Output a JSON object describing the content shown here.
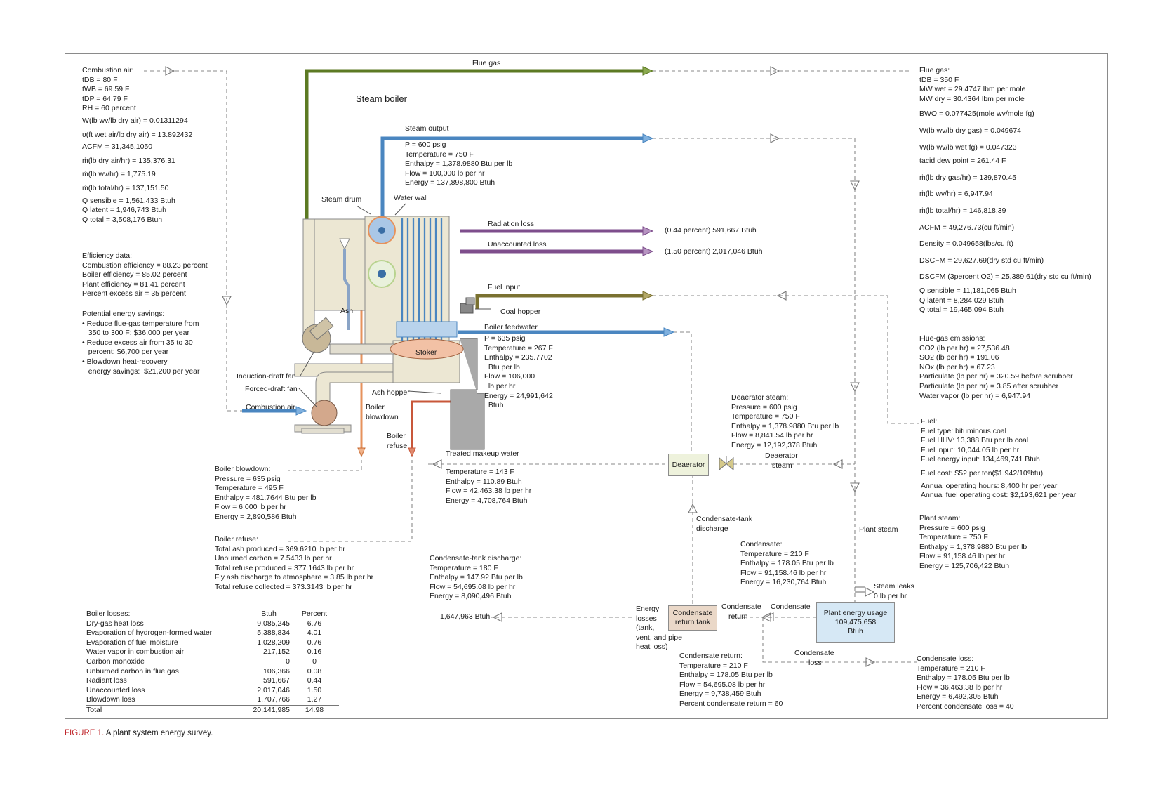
{
  "diagram_title": "Steam boiler",
  "caption": {
    "label": "FIGURE 1.",
    "text": " A plant system energy survey."
  },
  "flows": {
    "flue_gas": "Flue gas",
    "steam_output": "Steam output",
    "radiation_loss": "Radiation loss",
    "unaccounted_loss": "Unaccounted loss",
    "fuel_input": "Fuel input",
    "boiler_feedwater": "Boiler feedwater",
    "combustion_air": "Combustion air",
    "radiation_value": "(0.44 percent) 591,667 Btuh",
    "unaccounted_value": "(1.50 percent) 2,017,046 Btuh",
    "treated_makeup": "Treated makeup water",
    "deaerator_steam": [
      "Deaerator",
      "steam"
    ],
    "condensate_tank_discharge": [
      "Condensate-tank",
      "discharge"
    ],
    "plant_steam": "Plant steam",
    "steam_leaks": [
      "Steam leaks",
      "0 lb per hr"
    ],
    "condensate_return": [
      "Condensate",
      "return"
    ],
    "condensate": "Condensate",
    "condensate_loss": [
      "Condensate",
      "loss"
    ],
    "energy_losses": [
      "Energy",
      "losses",
      "(tank,",
      "vent, and pipe",
      "heat loss)"
    ],
    "energy_loss_value": "1,647,963 Btuh"
  },
  "components": {
    "steam_drum": "Steam drum",
    "water_wall": "Water wall",
    "ash": "Ash",
    "coal_hopper": "Coal hopper",
    "stoker": "Stoker",
    "induction_fan": "Induction-draft fan",
    "forced_fan": "Forced-draft fan",
    "ash_hopper": "Ash hopper",
    "boiler_blowdown": [
      "Boiler",
      "blowdown"
    ],
    "boiler_refuse": [
      "Boiler",
      "refuse"
    ],
    "deaerator": "Deaerator",
    "condensate_tank": [
      "Condensate",
      "return tank"
    ],
    "plant_energy": [
      "Plant energy usage",
      "109,475,658",
      "Btuh"
    ]
  },
  "combustion_air": [
    "Combustion air:",
    "tDB = 80 F",
    "tWB = 69.59 F",
    "tDP = 64.79 F",
    "RH = 60 percent",
    "W(lb wv/lb dry air) = 0.01311294",
    "ʋ(ft wet air/lb dry air) = 13.892432",
    "ACFM = 31,345.1050",
    "ṁ(lb dry air/hr) = 135,376.31",
    "ṁ(lb wv/hr) = 1,775.19",
    "ṁ(lb total/hr) = 137,151.50",
    "Q sensible = 1,561,433 Btuh",
    "Q latent = 1,946,743 Btuh",
    "Q total = 3,508,176 Btuh"
  ],
  "efficiency": [
    "Efficiency data:",
    "Combustion efficiency = 88.23 percent",
    "Boiler efficiency = 85.02 percent",
    "Plant efficiency = 81.41 percent",
    "Percent excess air = 35 percent"
  ],
  "savings": [
    "Potential energy savings:",
    "• Reduce flue-gas temperature from",
    "   350 to 300 F: $36,000 per year",
    "• Reduce excess air from 35 to 30",
    "   percent: $6,700 per year",
    "• Blowdown heat-recovery",
    "   energy savings:  $21,200 per year"
  ],
  "steam_output_data": [
    "P = 600 psig",
    "Temperature = 750 F",
    "Enthalpy = 1,378.9880 Btu per lb",
    "Flow = 100,000 lb per hr",
    "Energy = 137,898,800 Btuh"
  ],
  "feedwater_data": [
    "P = 635 psig",
    "Temperature = 267 F",
    "Enthalpy = 235.7702",
    "  Btu per lb",
    "Flow = 106,000",
    "  lb per hr",
    "Energy = 24,991,642",
    "  Btuh"
  ],
  "flue_gas_data": [
    "Flue gas:",
    "tDB = 350 F",
    "MW wet = 29.4747 lbm per mole",
    "MW dry = 30.4364 lbm per mole",
    "BWO = 0.077425(mole wv/mole fg)",
    "W(lb wv/lb dry gas) = 0.049674",
    "W(lb wv/lb wet fg) = 0.047323",
    "tacid dew point = 261.44 F",
    "ṁ(lb dry gas/hr) = 139,870.45",
    "ṁ(lb wv/hr) = 6,947.94",
    "ṁ(lb total/hr) = 146,818.39",
    "ACFM = 49,276.73(cu ft/min)",
    "Density = 0.049658(lbs/cu ft)",
    "DSCFM = 29,627.69(dry std cu ft/min)",
    "DSCFM (3percent O2) = 25,389.61(dry std cu ft/min)",
    "Q sensible = 11,181,065 Btuh",
    "Q latent = 8,284,029 Btuh",
    "Q total = 19,465,094 Btuh"
  ],
  "emissions": [
    "Flue-gas emissions:",
    "CO2 (lb per hr) = 27,536.48",
    "SO2 (lb per hr) = 191.06",
    "NOx (lb per hr) = 67.23",
    "Particulate (lb per hr) = 320.59 before scrubber",
    "Particulate (lb per hr) = 3.85 after scrubber",
    "Water vapor (lb per hr) = 6,947.94"
  ],
  "fuel": [
    "Fuel:",
    "Fuel type: bituminous coal",
    "Fuel HHV: 13,388 Btu per lb coal",
    "Fuel input: 10,044.05 lb per hr",
    "Fuel energy input: 134,469,741 Btuh",
    "Fuel cost: $52 per ton($1.942/10⁶btu)",
    "Annual operating hours: 8,400 hr per year",
    "Annual fuel operating cost: $2,193,621 per year"
  ],
  "plant_steam_data": [
    "Plant steam:",
    "Pressure = 600 psig",
    "Temperature = 750 F",
    "Enthalpy = 1,378.9880 Btu per lb",
    "Flow = 91,158.46 lb per hr",
    "Energy = 125,706,422 Btuh"
  ],
  "deaerator_steam_data": [
    "Deaerator steam:",
    "Pressure = 600 psig",
    "Temperature = 750 F",
    "Enthalpy = 1,378.9880 Btu per lb",
    "Flow = 8,841.54 lb per hr",
    "Energy = 12,192,378 Btuh"
  ],
  "makeup_data": [
    "Temperature = 143 F",
    "Enthalpy = 110.89 Btuh",
    "Flow = 42,463.38 lb per hr",
    "Energy = 4,708,764 Btuh"
  ],
  "blowdown_data": [
    "Boiler blowdown:",
    "Pressure = 635 psig",
    "Temperature = 495 F",
    "Enthalpy = 481.7644 Btu per lb",
    "Flow = 6,000 lb per hr",
    "Energy = 2,890,586 Btuh"
  ],
  "refuse_data": [
    "Boiler refuse:",
    "Total ash produced = 369.6210 lb per hr",
    "Unburned carbon = 7.5433 lb per hr",
    "Total refuse produced = 377.1643 lb per hr",
    "Fly ash discharge to atmosphere = 3.85 lb per hr",
    "Total refuse collected = 373.3143 lb per hr"
  ],
  "ct_discharge_data": [
    "Condensate-tank discharge:",
    "Temperature = 180 F",
    "Enthalpy = 147.92 Btu per lb",
    "Flow = 54,695.08 lb per hr",
    "Energy = 8,090,496 Btuh"
  ],
  "condensate_data": [
    "Condensate:",
    "Temperature = 210 F",
    "Enthalpy = 178.05 Btu per lb",
    "Flow = 91,158.46 lb per hr",
    "Energy = 16,230,764 Btuh"
  ],
  "cond_return_data": [
    "Condensate return:",
    "Temperature = 210 F",
    "Enthalpy = 178.05 Btu per lb",
    "Flow = 54,695.08 lb per hr",
    "Energy = 9,738,459 Btuh",
    "Percent condensate return = 60"
  ],
  "cond_loss_data": [
    "Condensate loss:",
    "Temperature = 210 F",
    "Enthalpy = 178.05 Btu per lb",
    "Flow = 36,463.38 lb per hr",
    "Energy = 6,492,305 Btuh",
    "Percent condensate loss = 40"
  ],
  "boiler_losses": {
    "header": [
      "Boiler losses:",
      "Btuh",
      "Percent"
    ],
    "rows": [
      [
        "Dry-gas heat loss",
        "9,085,245",
        "6.76"
      ],
      [
        "Evaporation of hydrogen-formed water",
        "5,388,834",
        "4.01"
      ],
      [
        "Evaporation of fuel moisture",
        "1,028,209",
        "0.76"
      ],
      [
        "Water vapor in combustion air",
        "217,152",
        "0.16"
      ],
      [
        "Carbon monoxide",
        "0",
        "0"
      ],
      [
        "Unburned carbon in flue gas",
        "106,366",
        "0.08"
      ],
      [
        "Radiant loss",
        "591,667",
        "0.44"
      ],
      [
        "Unaccounted loss",
        "2,017,046",
        "1.50"
      ],
      [
        "Blowdown loss",
        "1,707,766",
        "1.27"
      ]
    ],
    "total": [
      "Total",
      "20,141,985",
      "14.98"
    ]
  }
}
